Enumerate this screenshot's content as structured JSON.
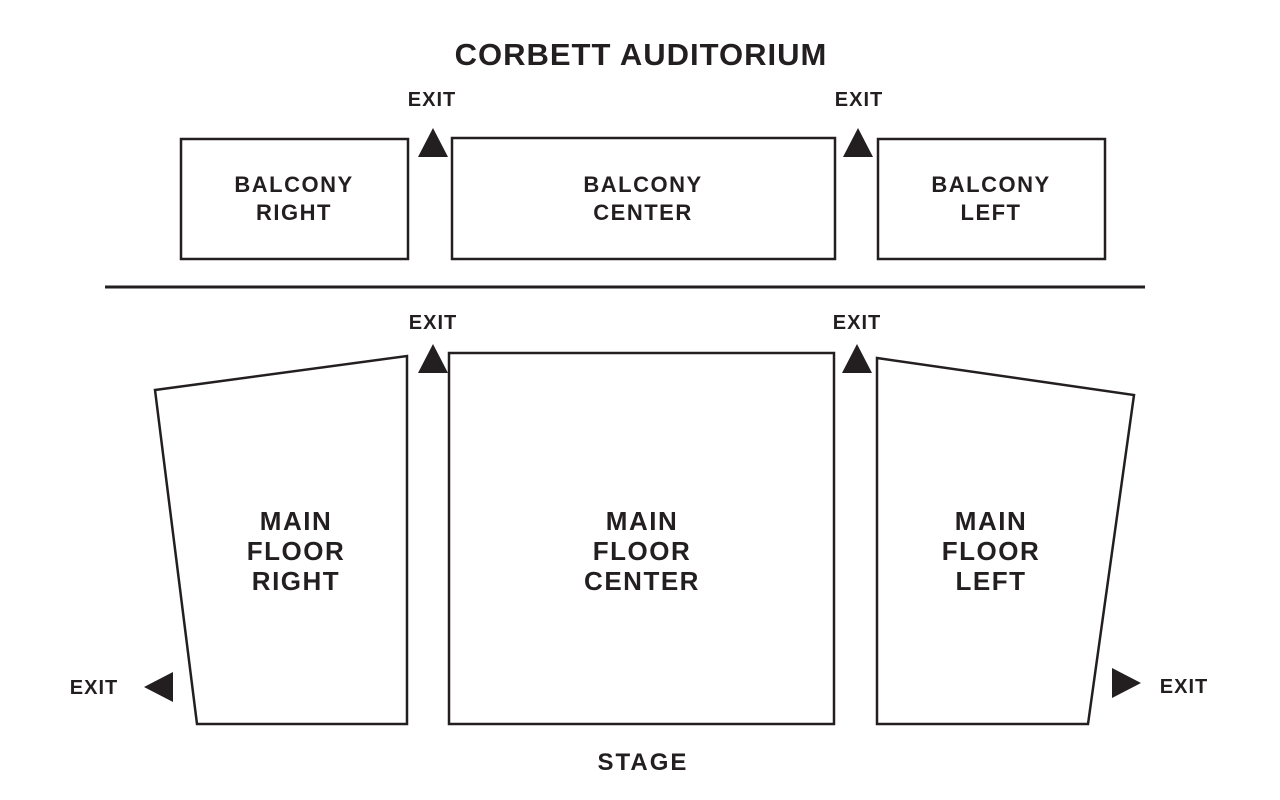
{
  "title": "CORBETT AUDITORIUM",
  "labels": {
    "exit": "EXIT",
    "stage": "STAGE"
  },
  "colors": {
    "ink": "#231f20",
    "background": "#ffffff"
  },
  "sections": {
    "balcony_right": {
      "lines": [
        "BALCONY",
        "RIGHT"
      ]
    },
    "balcony_center": {
      "lines": [
        "BALCONY",
        "CENTER"
      ]
    },
    "balcony_left": {
      "lines": [
        "BALCONY",
        "LEFT"
      ]
    },
    "main_floor_right": {
      "lines": [
        "MAIN",
        "FLOOR",
        "RIGHT"
      ]
    },
    "main_floor_center": {
      "lines": [
        "MAIN",
        "FLOOR",
        "CENTER"
      ]
    },
    "main_floor_left": {
      "lines": [
        "MAIN",
        "FLOOR",
        "LEFT"
      ]
    }
  }
}
